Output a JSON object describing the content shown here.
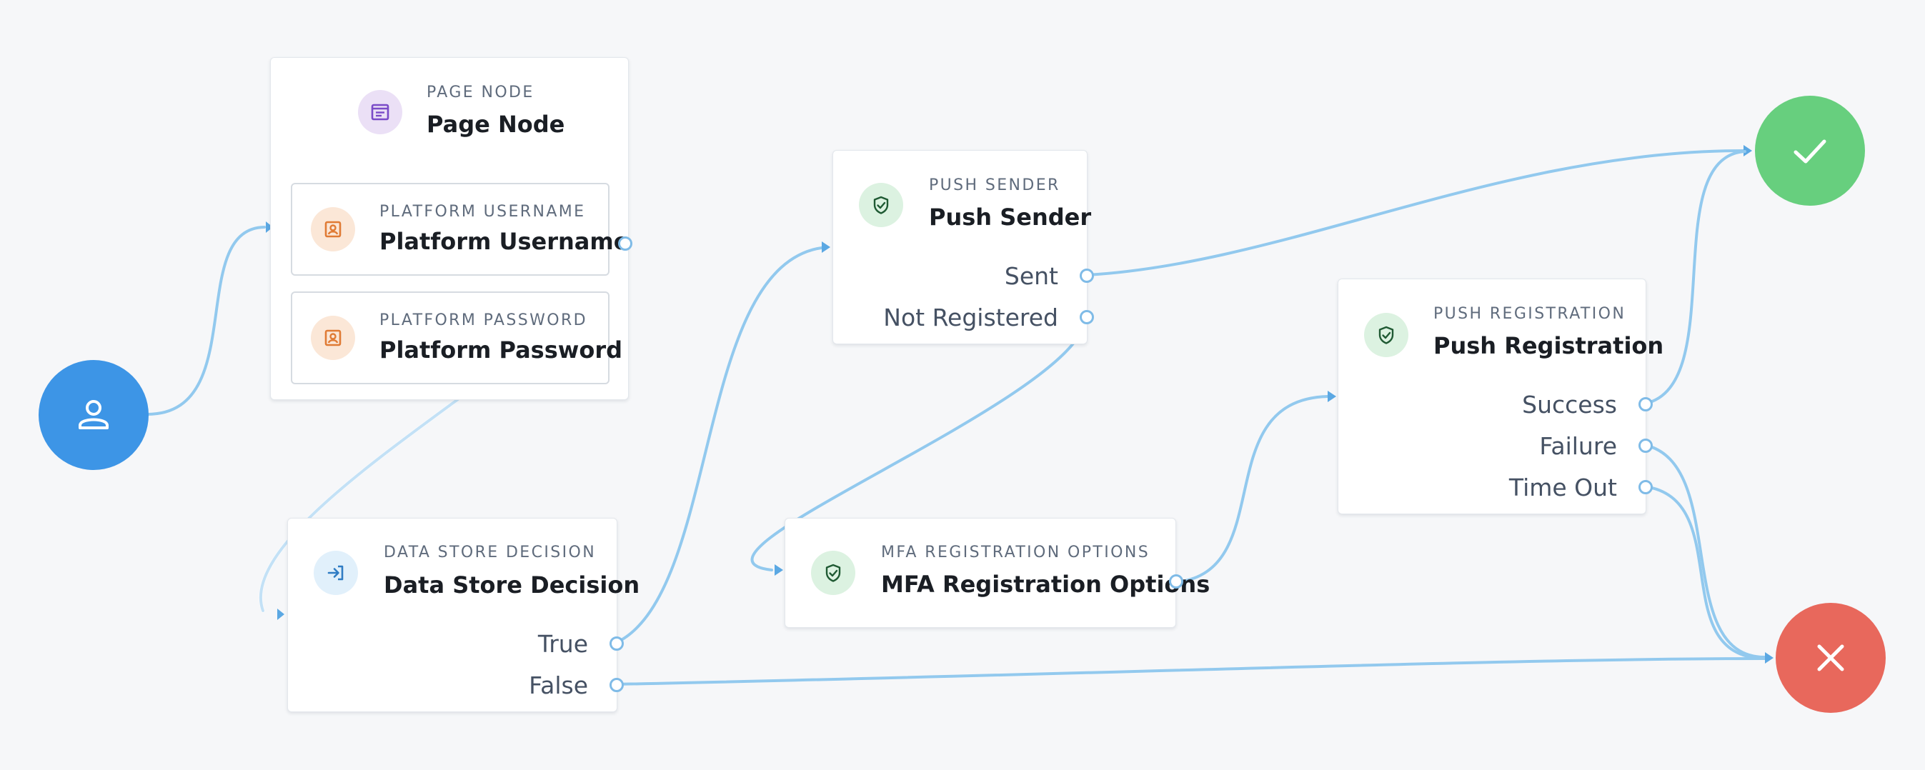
{
  "colors": {
    "wire": "#92c9ee",
    "start": "#3d95e6",
    "success": "#67cf7e",
    "failure": "#e8685c",
    "icon_page_bg": "#ebe0f6",
    "icon_page_fg": "#7a4bc8",
    "icon_platform_bg": "#fbe7d7",
    "icon_platform_fg": "#e07b35",
    "icon_push_bg": "#dcf2e1",
    "icon_push_fg": "#1f5a33",
    "icon_datastore_bg": "#e1f0fb",
    "icon_datastore_fg": "#2f7cc4"
  },
  "start_node": {
    "icon": "user-icon"
  },
  "success_node": {
    "icon": "checkmark-icon"
  },
  "failure_node": {
    "icon": "close-icon"
  },
  "page_node": {
    "icon": "page-icon",
    "type": "Page Node",
    "title": "Page Node",
    "children": [
      {
        "icon": "id-card-icon",
        "type": "Platform Username",
        "title": "Platform Username"
      },
      {
        "icon": "id-card-icon",
        "type": "Platform Password",
        "title": "Platform Password"
      }
    ]
  },
  "data_store_decision": {
    "icon": "login-arrow-icon",
    "type": "Data Store Decision",
    "title": "Data Store Decision",
    "outcomes": [
      "True",
      "False"
    ]
  },
  "push_sender": {
    "icon": "shield-check-icon",
    "type": "Push Sender",
    "title": "Push Sender",
    "outcomes": [
      "Sent",
      "Not Registered"
    ]
  },
  "mfa_registration_options": {
    "icon": "shield-check-icon",
    "type": "MFA Registration Options",
    "title": "MFA Registration Options"
  },
  "push_registration": {
    "icon": "shield-check-icon",
    "type": "Push Registration",
    "title": "Push Registration",
    "outcomes": [
      "Success",
      "Failure",
      "Time Out"
    ]
  }
}
